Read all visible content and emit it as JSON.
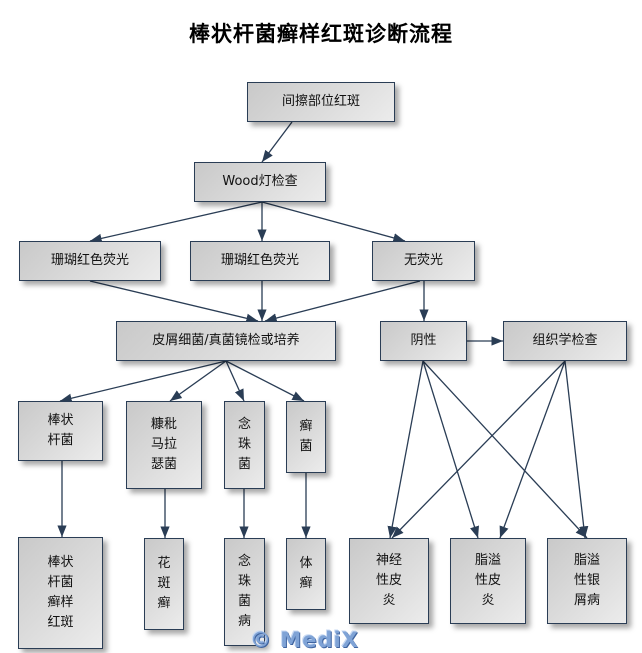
{
  "title": "棒状杆菌癣样红斑诊断流程",
  "nodes": {
    "intertrigo": "间擦部位红斑",
    "wood": "Wood灯检查",
    "coral1": "珊瑚红色荧光",
    "coral2": "珊瑚红色荧光",
    "nofluor": "无荧光",
    "microscopy": "皮屑细菌/真菌镜检或培养",
    "negative": "阴性",
    "histology": "组织学检查",
    "coryne": "棒状\n杆菌",
    "malassezia": "糠秕\n马拉\n瑟菌",
    "candida": "念\n珠\n菌",
    "dermatophyte": "癣\n菌",
    "erythrasma": "棒状\n杆菌\n癣样\n红斑",
    "tinea_versicolor": "花\n斑\n癣",
    "candidiasis": "念\n珠\n菌\n病",
    "tinea_corporis": "体\n癣",
    "neurodermatitis": "神经\n性皮\n炎",
    "seb_dermatitis": "脂溢\n性皮\n炎",
    "seb_psoriasis": "脂溢\n性银\n屑病"
  },
  "edges": [
    [
      "intertrigo",
      "wood"
    ],
    [
      "wood",
      "coral1"
    ],
    [
      "wood",
      "coral2"
    ],
    [
      "wood",
      "nofluor"
    ],
    [
      "coral1",
      "microscopy"
    ],
    [
      "coral2",
      "microscopy"
    ],
    [
      "nofluor",
      "microscopy"
    ],
    [
      "nofluor",
      "negative"
    ],
    [
      "negative",
      "histology"
    ],
    [
      "microscopy",
      "coryne"
    ],
    [
      "microscopy",
      "malassezia"
    ],
    [
      "microscopy",
      "candida"
    ],
    [
      "microscopy",
      "dermatophyte"
    ],
    [
      "coryne",
      "erythrasma"
    ],
    [
      "malassezia",
      "tinea_versicolor"
    ],
    [
      "candida",
      "candidiasis"
    ],
    [
      "dermatophyte",
      "tinea_corporis"
    ],
    [
      "negative",
      "neurodermatitis"
    ],
    [
      "negative",
      "seb_dermatitis"
    ],
    [
      "negative",
      "seb_psoriasis"
    ],
    [
      "histology",
      "neurodermatitis"
    ],
    [
      "histology",
      "seb_dermatitis"
    ],
    [
      "histology",
      "seb_psoriasis"
    ]
  ],
  "colors": {
    "edge": "#2a3d55",
    "border": "#2a3d55",
    "watermark": "#7fa3d6"
  },
  "watermark": "© MediX"
}
